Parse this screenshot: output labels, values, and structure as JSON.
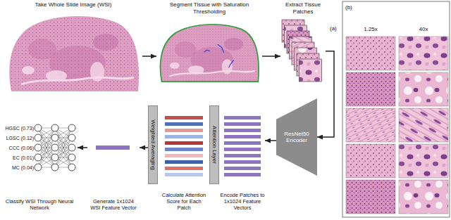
{
  "diagram": {
    "nodes": [
      {
        "text": [
          "Take Whole Slide Image (WSI)"
        ]
      },
      {
        "text": [
          "Segment Tissue with Saturation Thresholding"
        ]
      },
      {
        "text": [
          "Extract Tissue Patches"
        ]
      },
      {
        "text": [
          "ResNet50 Encoder"
        ]
      },
      {
        "text": [
          "Encode Patches to 1x1024 Feature Vectors"
        ]
      },
      {
        "text": [
          "Attention Layer"
        ]
      },
      {
        "text": [
          "Calculate Attention Score for Each Patch"
        ]
      },
      {
        "text": [
          "Weighted Averaging"
        ]
      },
      {
        "text": [
          "Generate 1x1024 WSI Feature Vector"
        ]
      },
      {
        "text": [
          "HGSC (0.73)",
          "LGSC (0.12)",
          "CCC (0.06)",
          "EC (0.01)",
          "MC (0.04)",
          "Classify WSI Through Neural Network"
        ]
      }
    ],
    "edges": [
      {
        "from": 0,
        "to": 1,
        "arrow": "to"
      },
      {
        "from": 1,
        "to": 2,
        "arrow": "to"
      },
      {
        "from": 2,
        "to": 3,
        "arrow": "to"
      },
      {
        "from": 3,
        "to": 4,
        "arrow": "to"
      },
      {
        "from": 7,
        "to": 8,
        "arrow": "to"
      },
      {
        "from": 8,
        "to": 9,
        "arrow": "to"
      }
    ],
    "labels": [
      "(a)",
      "(b)",
      "1.25x",
      "40x"
    ]
  }
}
